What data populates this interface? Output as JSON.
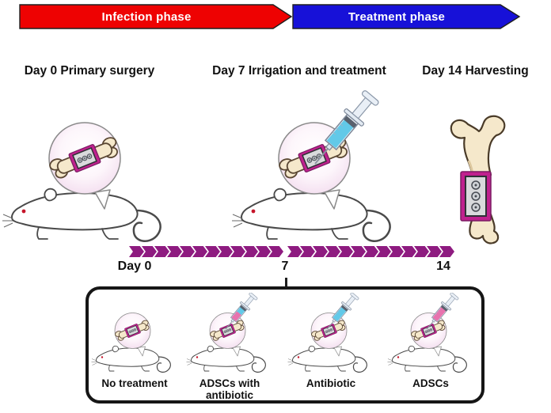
{
  "phases": {
    "infection_label": "Infection phase",
    "treatment_label": "Treatment phase"
  },
  "stages": [
    {
      "label": "Day 0 Primary surgery"
    },
    {
      "label": "Day 7 Irrigation and treatment"
    },
    {
      "label": "Day 14 Harvesting"
    }
  ],
  "timeline": {
    "start_label": "Day 0",
    "mid_label": "7",
    "end_label": "14",
    "segments": [
      {
        "chevrons": 12
      },
      {
        "chevrons": 13
      }
    ]
  },
  "treatment_groups": [
    {
      "label": "No treatment",
      "syringe": "none"
    },
    {
      "label": "ADSCs with antibiotic",
      "syringe": "antibiotic-and-adsc"
    },
    {
      "label": "Antibiotic",
      "syringe": "antibiotic"
    },
    {
      "label": "ADSCs",
      "syringe": "adsc"
    }
  ],
  "colors": {
    "infection-red": "#ee0202",
    "treatment-blue": "#1711d8",
    "chevron-purple": "#8e1b80",
    "plate-magenta": "#c0218e",
    "syringe-cyan": "#62c9e8",
    "syringe-pink": "#e873ae",
    "bone-cream": "#f5e8cb",
    "bubble-pink": "#f3ddef"
  }
}
